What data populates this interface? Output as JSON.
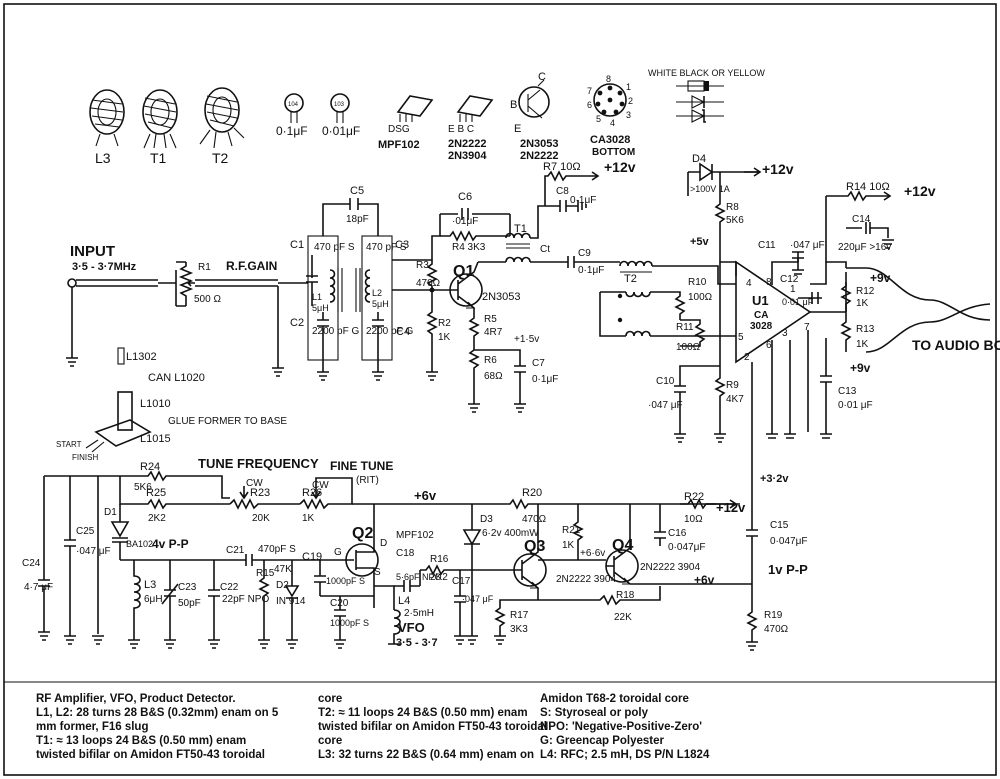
{
  "components": {
    "L3_icon": "L3",
    "T1_icon": "T1",
    "T2_icon": "T2",
    "cap104": "104",
    "cap103": "103",
    "cap104_val": "0·1μF",
    "cap103_val": "0·01μF",
    "fet_pins": "DSG",
    "fet_name": "MPF102",
    "bjt_pins": "E B C",
    "bjt_name1": "2N2222",
    "bjt_name2": "2N3904",
    "can_c": "C",
    "can_b": "B",
    "can_e": "E",
    "can_name1": "2N3053",
    "can_name2": "2N2222",
    "ic_name": "CA3028",
    "ic_view": "BOTTOM",
    "ic_pins": [
      "8",
      "1",
      "7",
      "2",
      "6",
      "3",
      "5",
      "4"
    ],
    "diode_legend": "WHITE BLACK OR YELLOW"
  },
  "labels": {
    "input": "INPUT",
    "input_freq": "3·5 - 3·7MHz",
    "r1": "R1",
    "r1_val": "500 Ω",
    "rf_gain": "R.F.GAIN",
    "c5": "C5",
    "c5_val": "18pF",
    "c1": "C1",
    "c1_val": "470 pF S",
    "c3": "C3",
    "c3_val": "470 pF S",
    "l1": "L1",
    "l1_val": "5μH",
    "l2": "L2",
    "l2_val": "5μH",
    "c2": "C2",
    "c2_val": "2200 pF G",
    "c4": "C4",
    "c4_val": "2200 pF G",
    "l1302": "L1302",
    "can": "CAN L1020",
    "l1010": "L1010",
    "l1015": "L1015",
    "glue": "GLUE FORMER TO BASE",
    "start": "START",
    "finish": "FINISH",
    "c6": "C6",
    "c6_val": "·01μF",
    "r4": "R4 3K3",
    "r3": "R3",
    "r3_val": "470Ω",
    "q1": "Q1",
    "q1_type": "2N3053",
    "r2": "R2",
    "r2_val": "1K",
    "r5": "R5",
    "r5_val": "4R7",
    "v15": "+1·5v",
    "r6": "R6",
    "r6_val": "68Ω",
    "c7": "C7",
    "c7_val": "0·1μF",
    "t1": "T1",
    "ct": "Ct",
    "r7": "R7 10Ω",
    "v12a": "+12v",
    "c8": "C8",
    "c8_val": "0·1μF",
    "c9": "C9",
    "c9_val": "0·1μF",
    "t2": "T2",
    "d4": "D4",
    "d4_val": ">100V 1A",
    "v12b": "+12v",
    "r8": "R8",
    "r8_val": "5K6",
    "v5": "+5v",
    "c11": "C11",
    "c11_val": "·047 μF",
    "r10": "R10",
    "r10_val": "100Ω",
    "r11": "R11",
    "r11_val": "100Ω",
    "c10": "C10",
    "c10_val": "·047 μF",
    "r9": "R9",
    "r9_val": "4K7",
    "u1": "U1",
    "u1_a": "CA",
    "u1_b": "3028",
    "c12": "C12",
    "c12_val": "0·01 μF",
    "pins": [
      "4",
      "8",
      "1",
      "5",
      "6",
      "3",
      "7",
      "2"
    ],
    "r14": "R14 10Ω",
    "v12c": "+12v",
    "c14": "C14",
    "c14_val": "220μF >16v",
    "v9a": "+9v",
    "r12": "R12",
    "r12_val": "1K",
    "r13": "R13",
    "r13_val": "1K",
    "v9b": "+9v",
    "c13": "C13",
    "c13_val": "0·01 μF",
    "audio": "TO AUDIO BOARD",
    "tune": "TUNE FREQUENCY",
    "fine": "FINE TUNE",
    "rit": "(RIT)",
    "r24": "R24",
    "r24_val": "5K6",
    "r25": "R25",
    "r25_val": "2K2",
    "r23": "R23",
    "r23_val": "20K",
    "r26": "R26",
    "r26_val": "1K",
    "cw1": "CW",
    "cw2": "CW",
    "d1": "D1",
    "d1_val": "BA102",
    "c25": "C25",
    "c25_val": "·047 μF",
    "c24": "C24",
    "c24_val": "4·7 μF",
    "vpp1": "4v P-P",
    "c21": "C21",
    "c21_val": "470pF S",
    "l3": "L3",
    "l3_val": "6μH",
    "c23": "C23",
    "c23_val": "50pF",
    "c22": "C22",
    "c22_val": "22pF NPO",
    "r15": "R15",
    "r15_val": "47K",
    "d2": "D2",
    "d2_val": "IN 914",
    "c19": "C19",
    "c19_val": "1000pF S",
    "c20": "C20",
    "c20_val": "1000pF S",
    "q2": "Q2",
    "q2_type": "MPF102",
    "g": "G",
    "d": "D",
    "s": "S",
    "c18": "C18",
    "c18_val": "5·6pF NPO",
    "l4": "L4",
    "l4_val": "2·5mH",
    "vfo": "VFO",
    "vfo_range": "3·5 - 3·7",
    "r16": "R16",
    "r16_val": "2K2",
    "c17": "C17",
    "c17_val": "·047 μF",
    "v6a": "+6v",
    "d3": "D3",
    "d3_val": "6·2v 400mW",
    "r20": "R20",
    "r20_val": "470Ω",
    "r21": "R21",
    "r21_val": "1K",
    "q3": "Q3",
    "q3_type": "2N2222 3904",
    "q4": "Q4",
    "q4_type": "2N2222 3904",
    "v66": "+6·6v",
    "r17": "R17",
    "r17_val": "3K3",
    "r18": "R18",
    "r18_val": "22K",
    "r22": "R22",
    "r22_val": "10Ω",
    "v12d": "+12v",
    "c16": "C16",
    "c16_val": "0·047μF",
    "v6b": "+6v",
    "v32": "+3·2v",
    "c15": "C15",
    "c15_val": "0·047μF",
    "vpp2": "1v P-P",
    "r19": "R19",
    "r19_val": "470Ω"
  },
  "notes": {
    "col1": [
      "RF Amplifier, VFO, Product Detector.",
      "L1, L2: 28 turns 28 B&S (0.32mm) enam on 5",
      "mm former, F16 slug",
      "T1: ≈ 13 loops 24 B&S (0.50 mm) enam",
      "twisted bifilar on Amidon FT50-43 toroidal"
    ],
    "col2": [
      "core",
      "T2: ≈ 11 loops 24 B&S (0.50 mm) enam",
      "twisted bifilar on Amidon FT50-43 toroidal",
      "core",
      "L3: 32 turns 22 B&S (0.64 mm) enam on"
    ],
    "col3": [
      "Amidon T68-2 toroidal core",
      "S: Styroseal or poly",
      "NPO: 'Negative-Positive-Zero'",
      "G: Greencap Polyester",
      "L4: RFC; 2.5 mH, DS P/N L1824"
    ]
  }
}
